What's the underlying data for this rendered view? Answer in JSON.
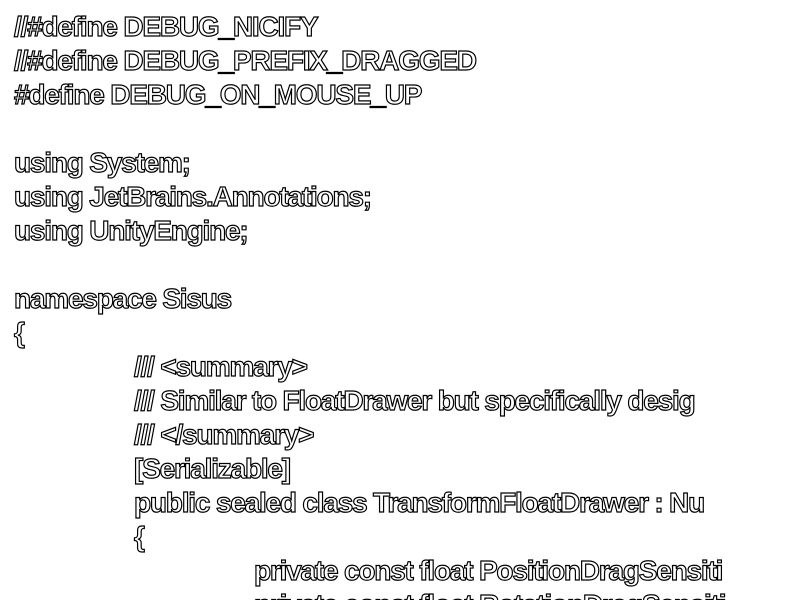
{
  "editor": {
    "background": "#ffffff",
    "text_fill": "#ffffff",
    "text_outline": "#000000",
    "lines": [
      "//#define DEBUG_NICIFY",
      "//#define DEBUG_PREFIX_DRAGGED",
      "#define DEBUG_ON_MOUSE_UP",
      "using System;",
      "using JetBrains.Annotations;",
      "using UnityEngine;",
      "namespace Sisus",
      "{",
      "/// <summary>",
      "/// Similar to FloatDrawer but specifically desig",
      "/// </summary>",
      "[Serializable]",
      "public sealed class TransformFloatDrawer : Nu",
      "{",
      "private const float PositionDragSensiti",
      "private const float RotationDragSensiti"
    ]
  }
}
